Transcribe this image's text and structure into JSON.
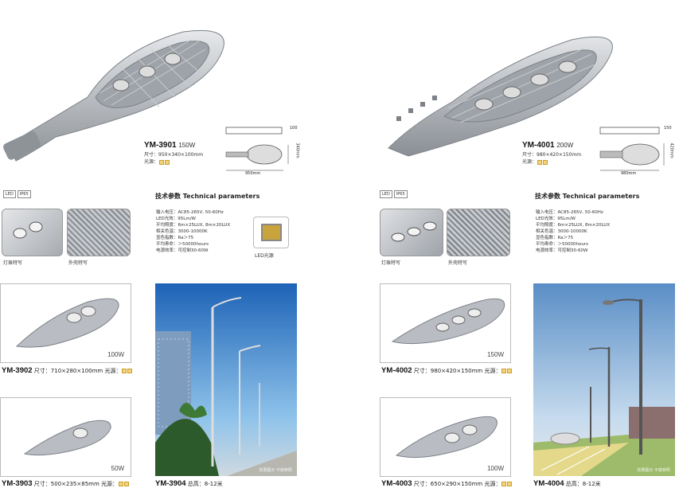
{
  "left": {
    "hero": {
      "model": "YM-3901",
      "watt": "150W",
      "size": "尺寸：950×340×100mm",
      "light_label": "光源："
    },
    "dims": {
      "width_label": "950mm",
      "height_label": "340mm",
      "side_label": "100"
    },
    "icons": {
      "ip_label": "IP65"
    },
    "thumbs": {
      "left_caption": "灯珠特写",
      "right_caption": "外壳特写"
    },
    "tech": {
      "title": "技术参数  Technical parameters",
      "lines": [
        "输入电压：AC85-265V, 50-60Hz",
        "LED光效：95Lm/W",
        "平均照度：6m×25LUX, 8m×20LUX",
        "相关色温：3000-10000K",
        "显色指数：Ra＞75",
        "平均寿命：＞50000hours",
        "电源效率：可控制30-60W"
      ]
    },
    "led_caption": "LED光源",
    "products": [
      {
        "model": "YM-3902",
        "size": "尺寸：710×280×100mm",
        "light": "光源：",
        "watt": "100W"
      },
      {
        "model": "YM-3903",
        "size": "尺寸：500×235×85mm",
        "light": "光源：",
        "watt": "50W"
      }
    ],
    "pole": {
      "model": "YM-3904",
      "height": "总高：8-12米",
      "watermark": "效果图示  不做参照"
    }
  },
  "right": {
    "hero": {
      "model": "YM-4001",
      "watt": "200W",
      "size": "尺寸：980×420×150mm",
      "light_label": "光源："
    },
    "dims": {
      "width_label": "980mm",
      "height_label": "420mm",
      "side_label": "150"
    },
    "icons": {
      "ip_label": "IP65"
    },
    "thumbs": {
      "left_caption": "灯珠特写",
      "right_caption": "外壳特写"
    },
    "tech": {
      "title": "技术参数  Technical parameters",
      "lines": [
        "输入电压：AC85-265V, 50-60Hz",
        "LED光效：95Lm/W",
        "平均照度：6m×25LUX, 8m×20LUX",
        "相关色温：3000-10000K",
        "显色指数：Ra＞75",
        "平均寿命：＞50000hours",
        "电源效率：可控制30-60W"
      ]
    },
    "products": [
      {
        "model": "YM-4002",
        "size": "尺寸：980×420×150mm",
        "light": "光源：",
        "watt": "150W"
      },
      {
        "model": "YM-4003",
        "size": "尺寸：650×290×150mm",
        "light": "光源：",
        "watt": "100W"
      }
    ],
    "pole": {
      "model": "YM-4004",
      "height": "总高：8-12米",
      "watermark": "效果图示  不做参照"
    }
  },
  "colors": {
    "lamp": "#b9bdc3",
    "lamp_dark": "#7d8288",
    "gold": "#f4d37a",
    "sky_top": "#1d63b6",
    "sky_bottom": "#8fc3ea"
  }
}
